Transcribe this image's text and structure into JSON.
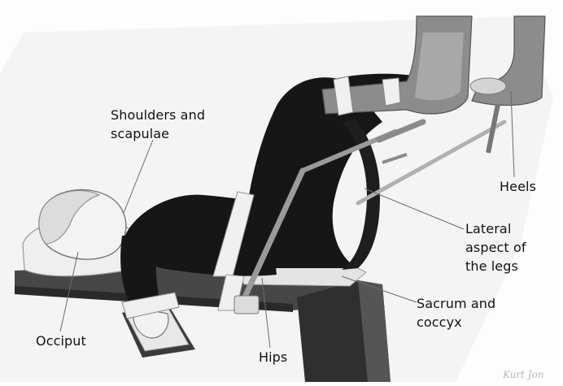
{
  "labels": {
    "shoulders": "Shoulders and\nscapulae",
    "heels": "Heels",
    "lateral": "Lateral\naspect of\nthe legs",
    "sacrum": "Sacrum and\ncoccyx",
    "occiput": "Occiput",
    "hips": "Hips"
  },
  "signature": "Kurt Jon",
  "colors": {
    "body": "#161616",
    "table": "#3e3e3e",
    "pad": "#eeeeee",
    "stirrup": "#8a8a8a",
    "leader": "#6b6b6b"
  }
}
